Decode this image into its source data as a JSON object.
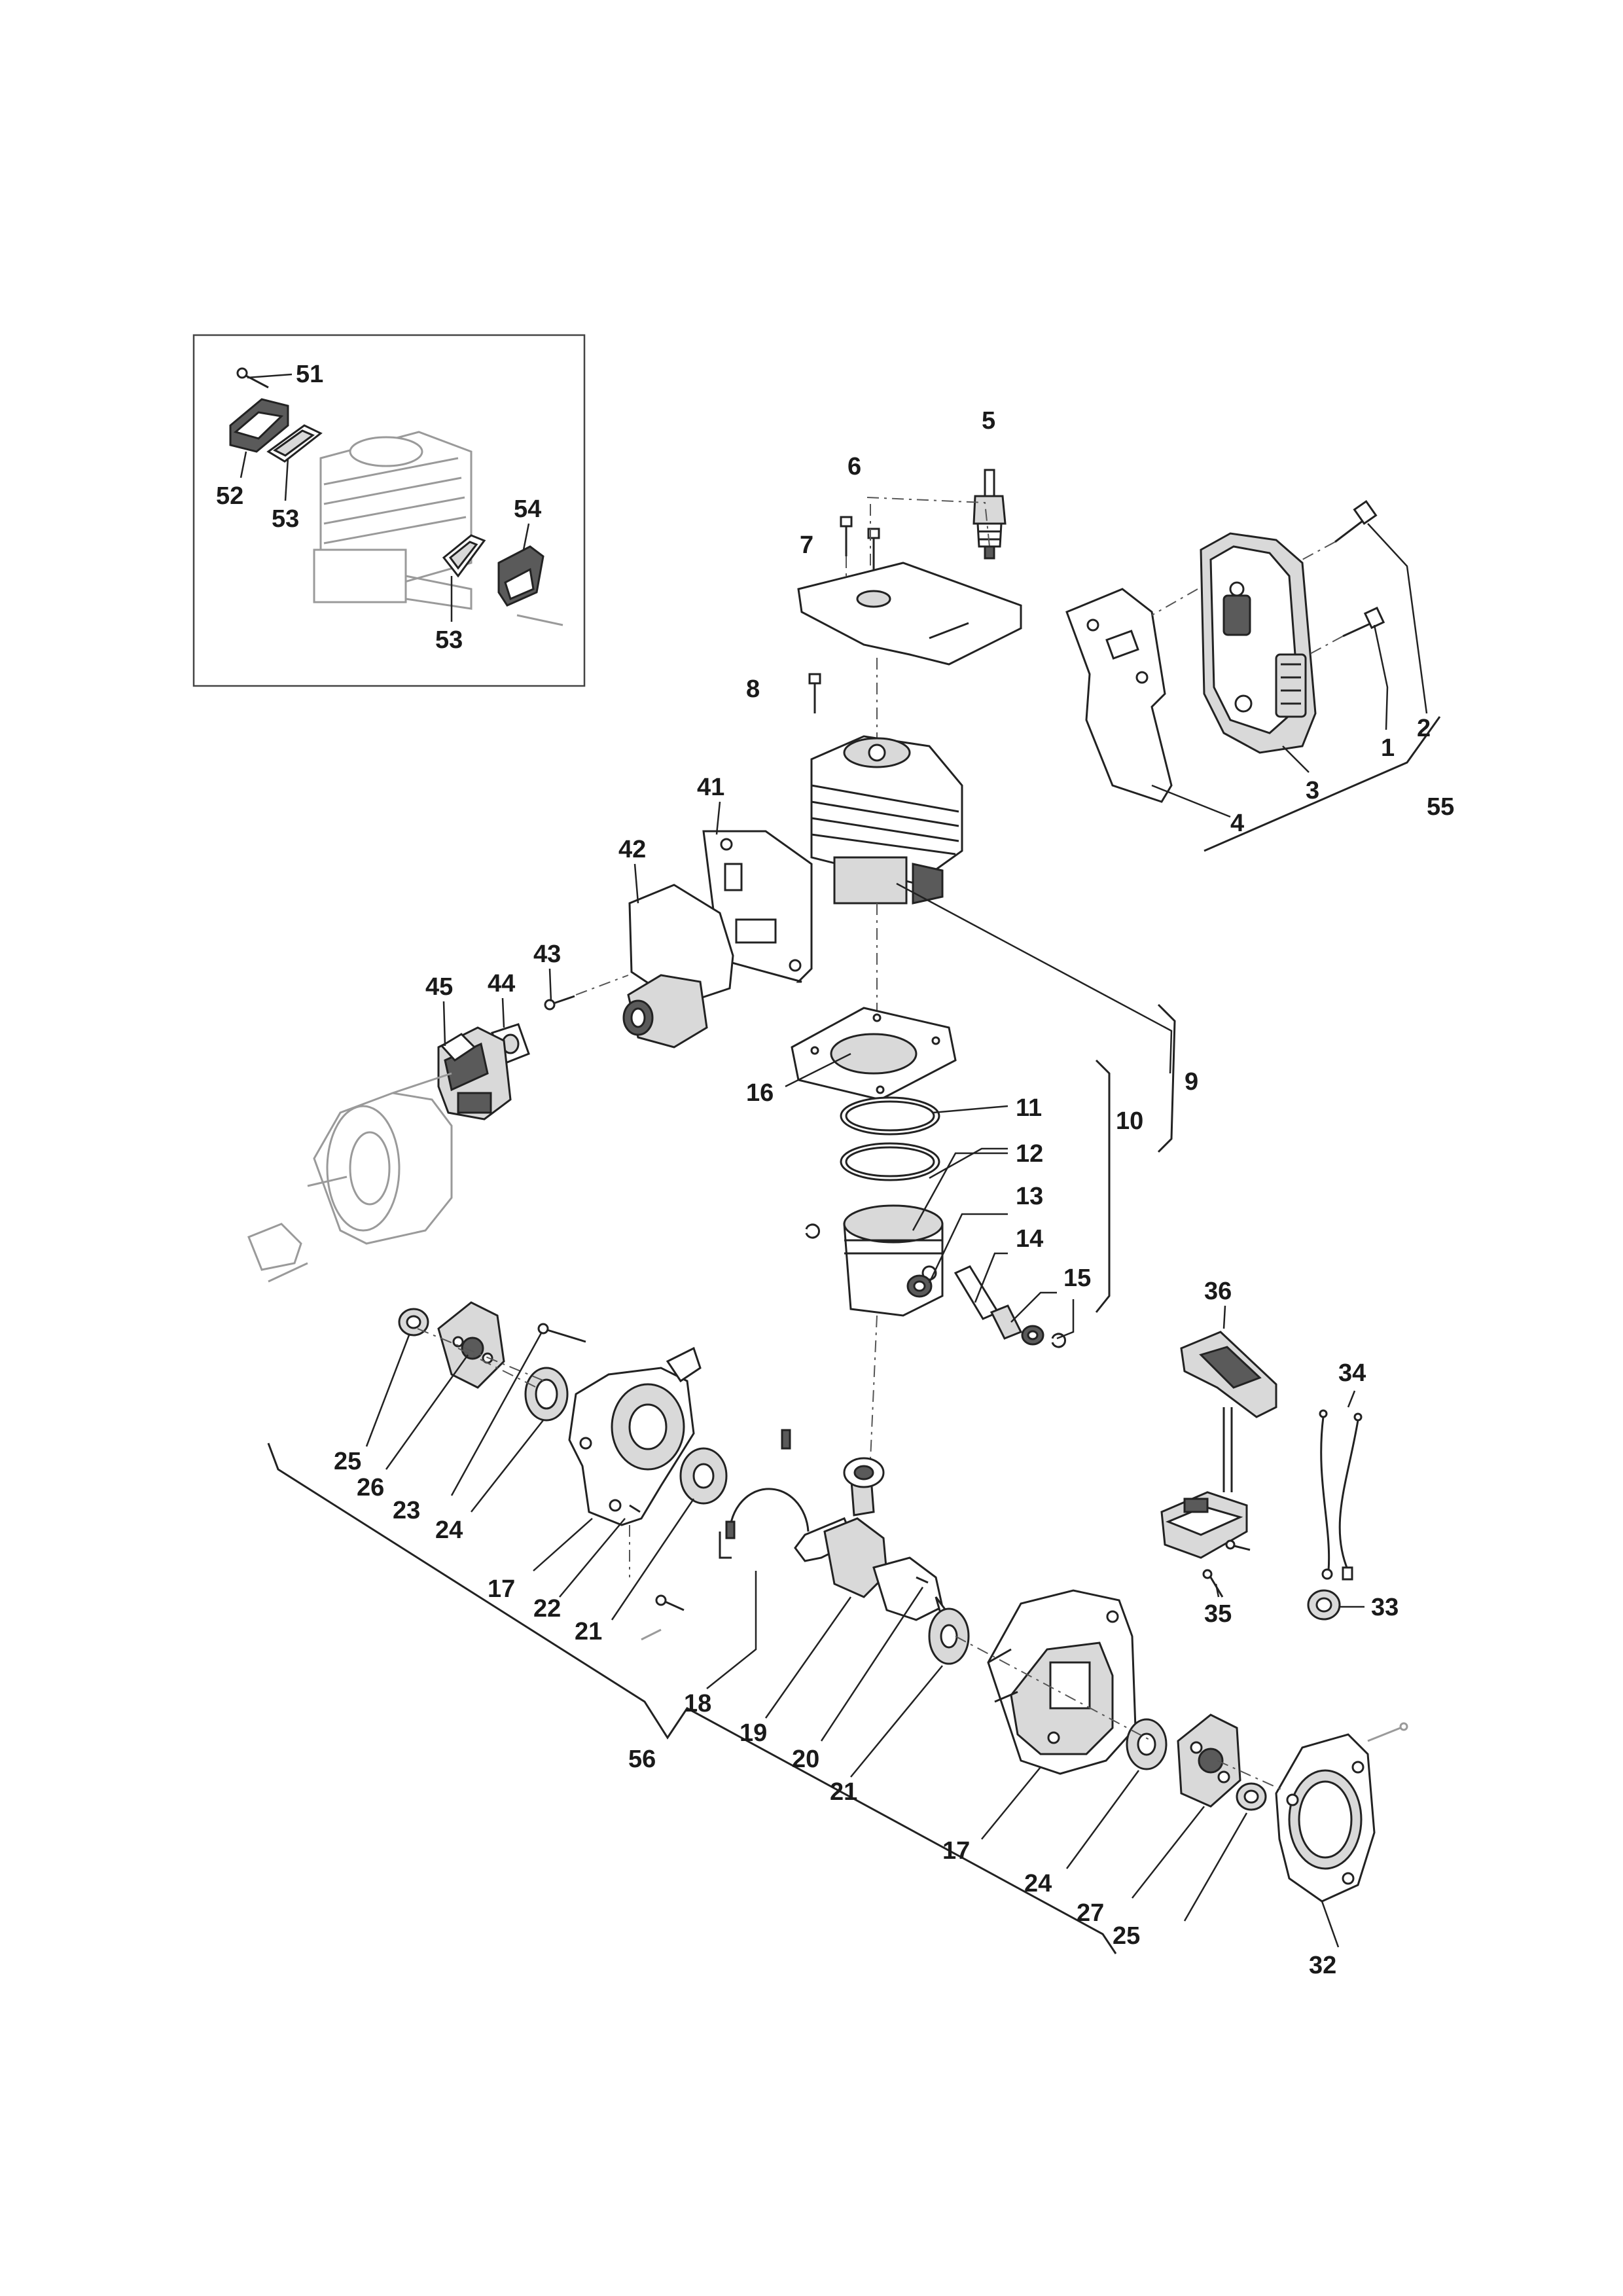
{
  "labels": {
    "p1": "1",
    "p2": "2",
    "p3": "3",
    "p4": "4",
    "p5": "5",
    "p6": "6",
    "p7": "7",
    "p8": "8",
    "p9": "9",
    "p10": "10",
    "p11": "11",
    "p12": "12",
    "p13": "13",
    "p14": "14",
    "p15": "15",
    "p16": "16",
    "p17a": "17",
    "p17b": "17",
    "p18": "18",
    "p19": "19",
    "p20": "20",
    "p21a": "21",
    "p21b": "21",
    "p22": "22",
    "p23": "23",
    "p24a": "24",
    "p24b": "24",
    "p25a": "25",
    "p25b": "25",
    "p26": "26",
    "p27": "27",
    "p32": "32",
    "p33": "33",
    "p34": "34",
    "p35": "35",
    "p36": "36",
    "p41": "41",
    "p42": "42",
    "p43": "43",
    "p44": "44",
    "p45": "45",
    "p51": "51",
    "p52": "52",
    "p53a": "53",
    "p53b": "53",
    "p54": "54",
    "p55": "55",
    "p56": "56"
  }
}
